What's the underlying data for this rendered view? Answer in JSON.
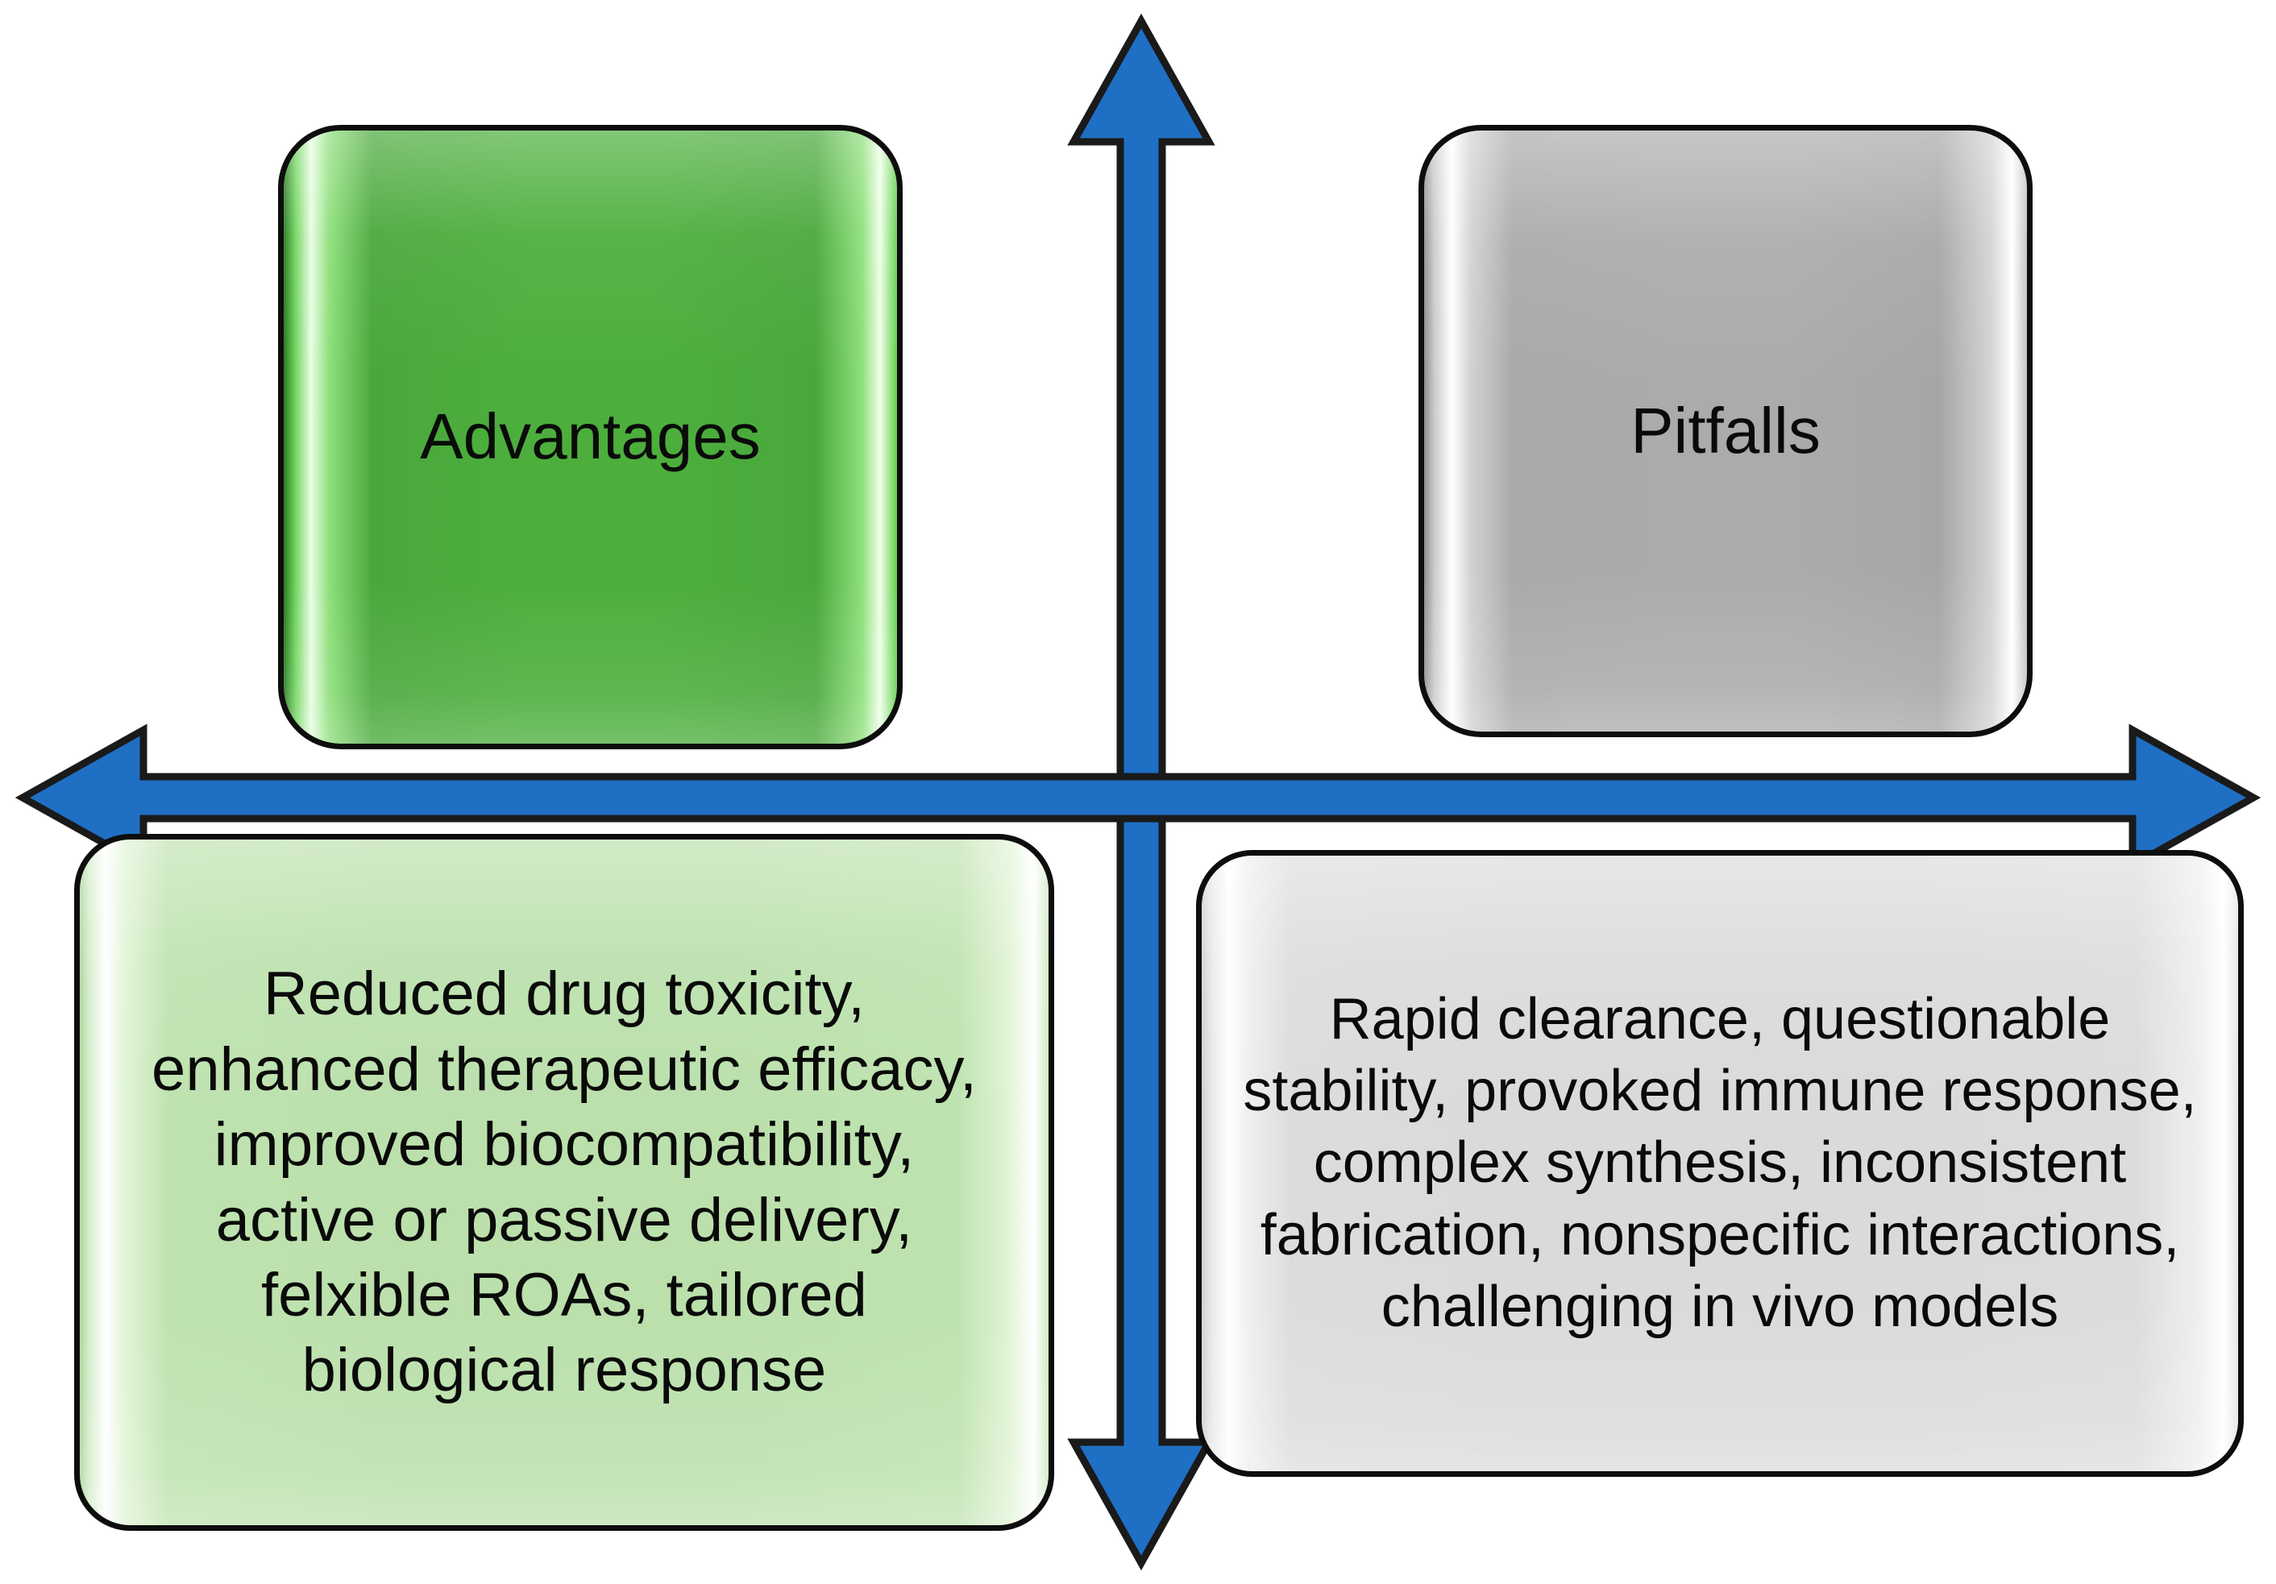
{
  "diagram": {
    "type": "quadrant-cross",
    "title": "Advantages and Pitfalls quadrant diagram",
    "axis": {
      "name": "double-headed-cross-arrows",
      "color": "#1f6fc4",
      "outline_color": "#1a1a1a",
      "arrow_heads": [
        "up",
        "down",
        "left",
        "right"
      ]
    },
    "quadrants": [
      {
        "position": "top-left",
        "name": "advantages-header",
        "label": "Advantages",
        "fill_color": "#4caf3c",
        "border_color": "#0d0d0d"
      },
      {
        "position": "top-right",
        "name": "pitfalls-header",
        "label": "Pitfalls",
        "fill_color": "#ababab",
        "border_color": "#0d0d0d"
      },
      {
        "position": "bottom-left",
        "name": "advantages-detail",
        "label": "Reduced drug toxicity,\nenhanced therapeutic efficacy,\nimproved biocompatibility,\nactive or passive delivery,\nfelxible ROAs, tailored\nbiological response",
        "fill_color": "#bbe0ac",
        "border_color": "#0d0d0d"
      },
      {
        "position": "bottom-right",
        "name": "pitfalls-detail",
        "label": "Rapid clearance, questionable\nstability, provoked immune response,\ncomplex synthesis, inconsistent\nfabrication, nonspecific interactions,\nchallenging in vivo models",
        "fill_color": "#dadada",
        "border_color": "#0d0d0d"
      }
    ]
  }
}
